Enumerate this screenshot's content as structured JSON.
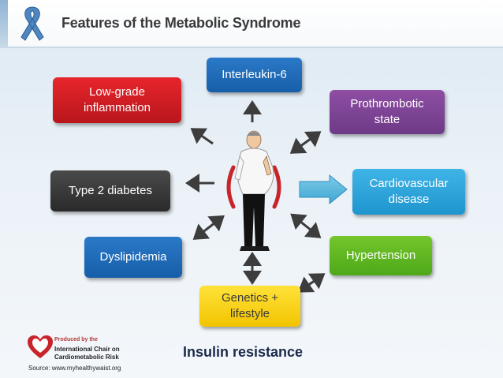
{
  "header": {
    "title": "Features of the Metabolic Syndrome"
  },
  "nodes": {
    "interleukin": "Interleukin-6",
    "inflammation_line1": "Low-grade",
    "inflammation_line2": "inflammation",
    "prothrombotic_line1": "Prothrombotic",
    "prothrombotic_line2": "state",
    "type2": "Type 2 diabetes",
    "cardio_line1": "Cardiovascular",
    "cardio_line2": "disease",
    "dyslipidemia": "Dyslipidemia",
    "hypertension": "Hypertension",
    "genetics_line1": "Genetics +",
    "genetics_line2": "lifestyle"
  },
  "center_label": "Insulin resistance",
  "footer": {
    "produced_by": "Produced by the",
    "org_line1": "International Chair on",
    "org_line2": "Cardiometabolic Risk",
    "source": "Source: www.myhealthywaist.org"
  },
  "colors": {
    "red": "#d01f26",
    "blue": "#1f6bb8",
    "purple": "#7b4394",
    "dark": "#333333",
    "cyan": "#2ba3dc",
    "green": "#5cb723",
    "yellow": "#f8d212",
    "arrow": "#3d3d3d"
  }
}
